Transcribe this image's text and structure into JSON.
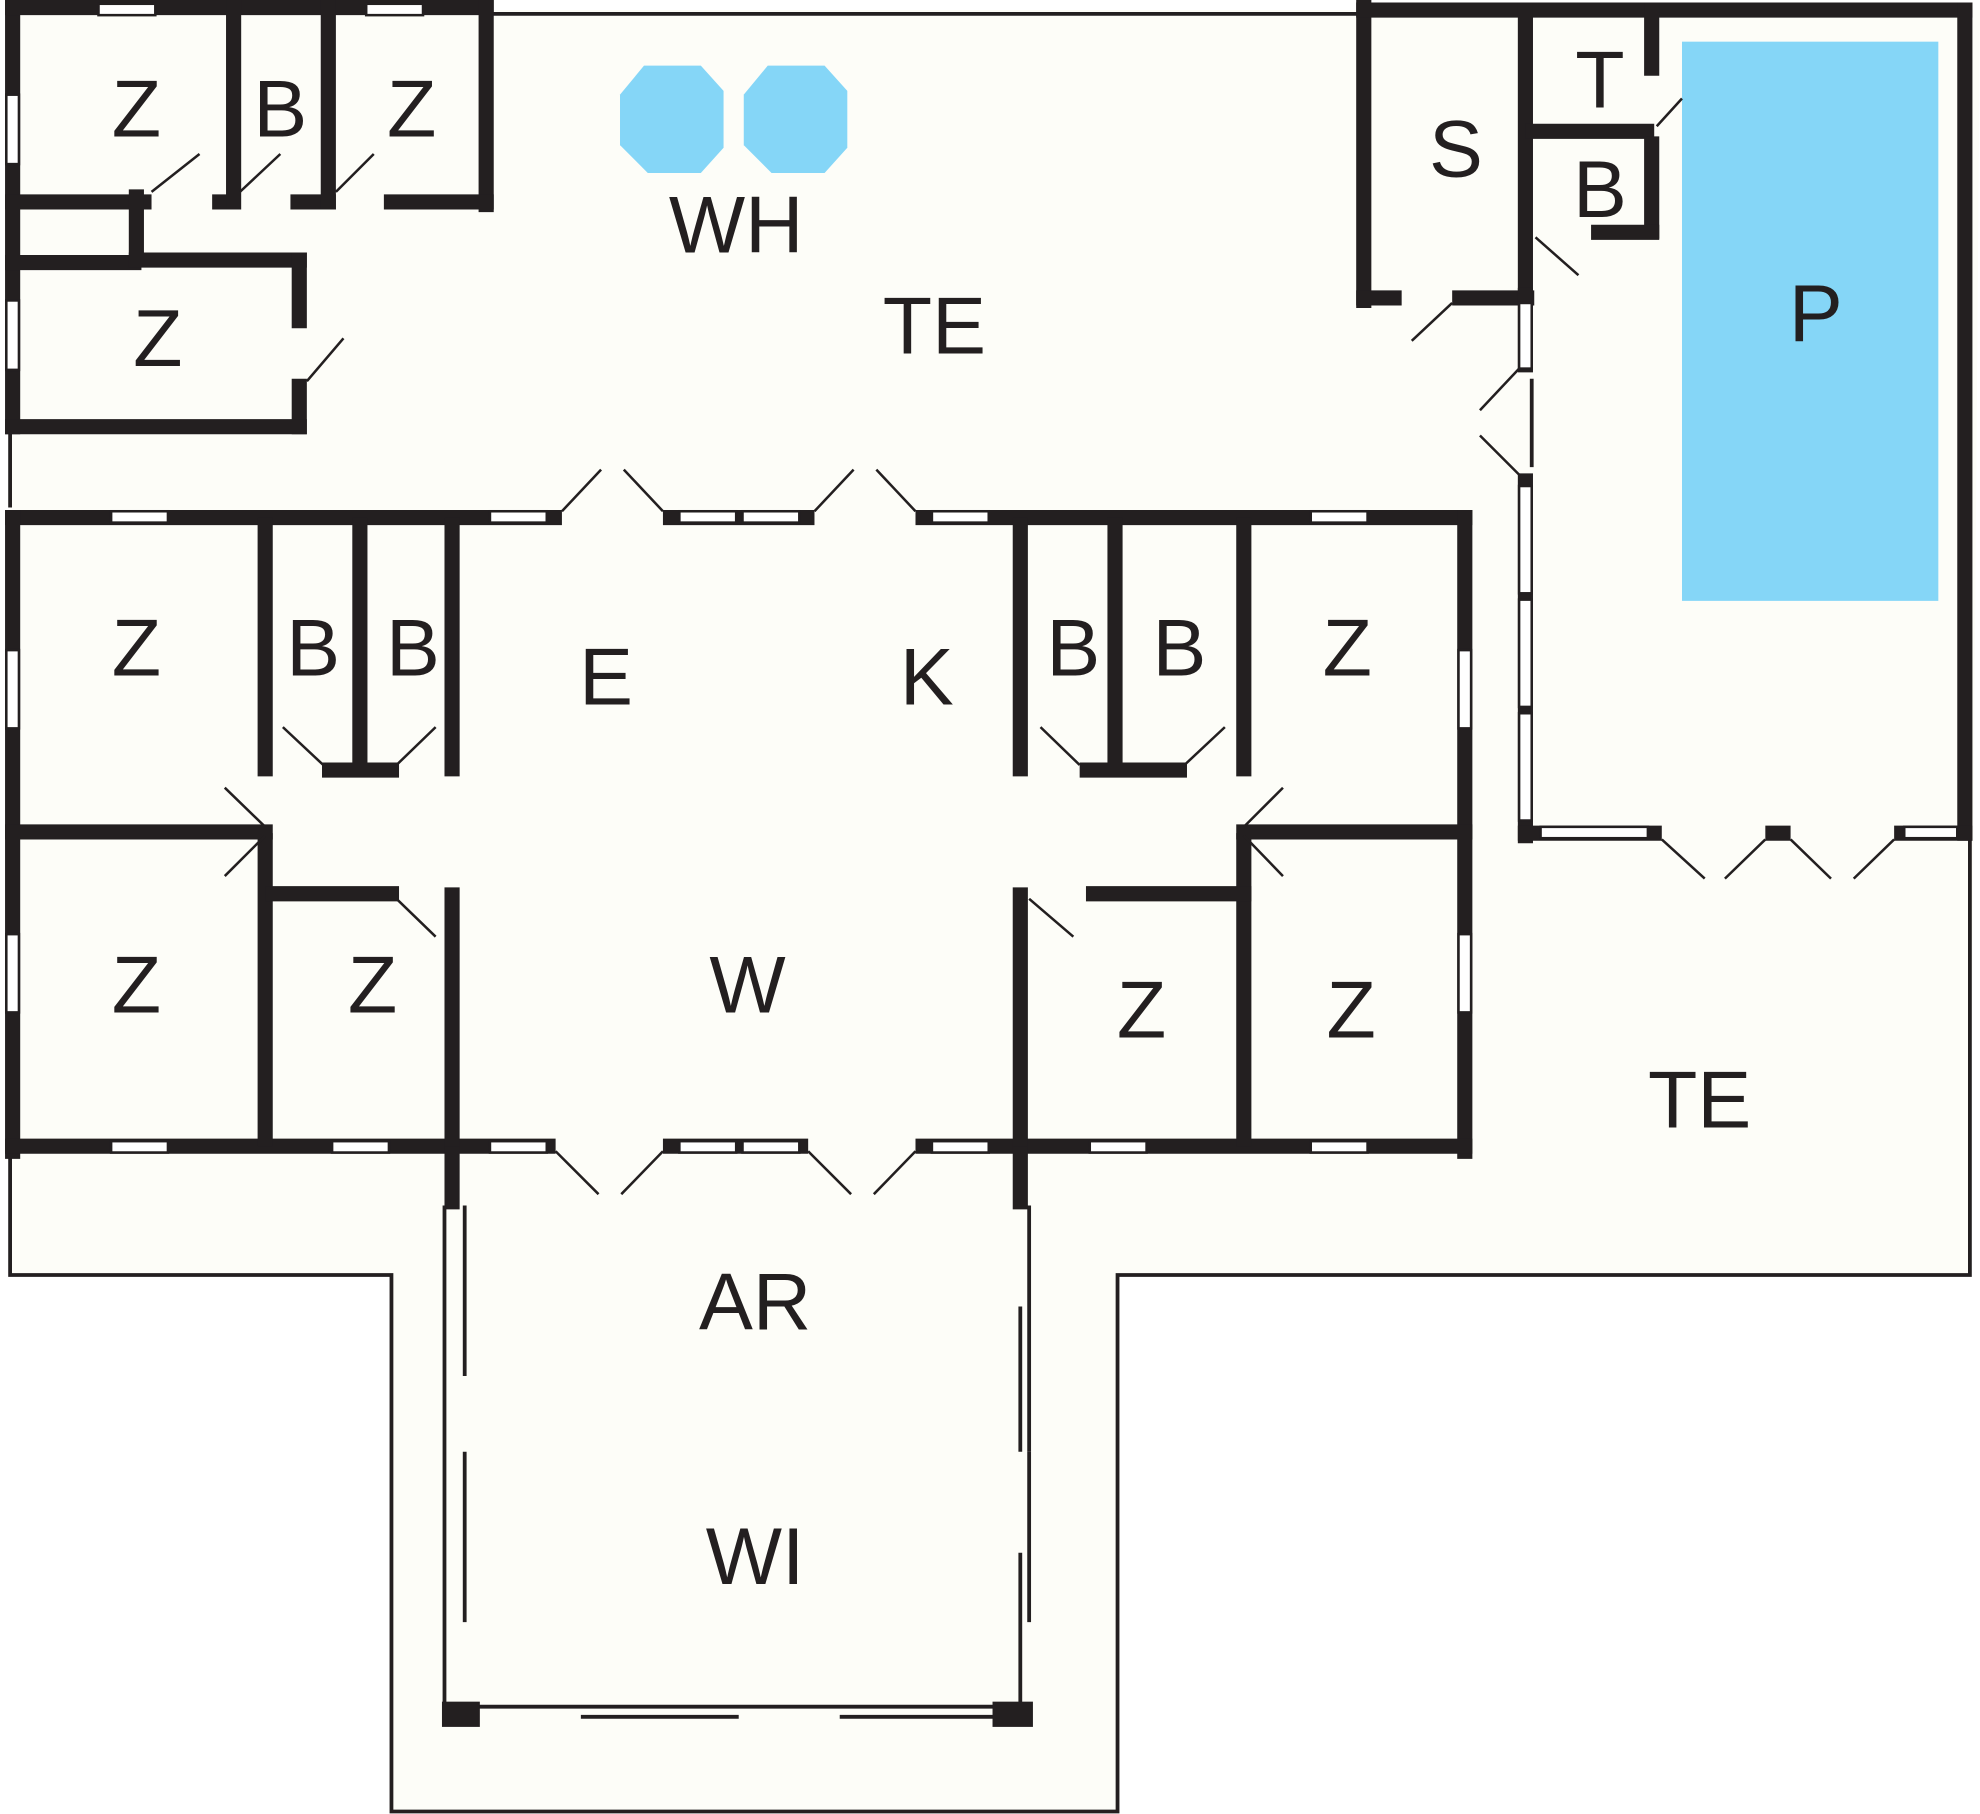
{
  "colors": {
    "water": "#85d6f7",
    "wall": "#231f20",
    "floor": "#fdfdf8"
  },
  "rooms": {
    "z1": "Z",
    "b1": "B",
    "z2": "Z",
    "z3": "Z",
    "wh": "WH",
    "te_top": "TE",
    "s": "S",
    "t": "T",
    "b_pool": "B",
    "p": "P",
    "z4": "Z",
    "b2": "B",
    "b3": "B",
    "e": "E",
    "k": "K",
    "b4": "B",
    "b5": "B",
    "z5": "Z",
    "z6": "Z",
    "z7": "Z",
    "w": "W",
    "z8": "Z",
    "z9": "Z",
    "te_right": "TE",
    "ar": "AR",
    "wi": "WI"
  }
}
